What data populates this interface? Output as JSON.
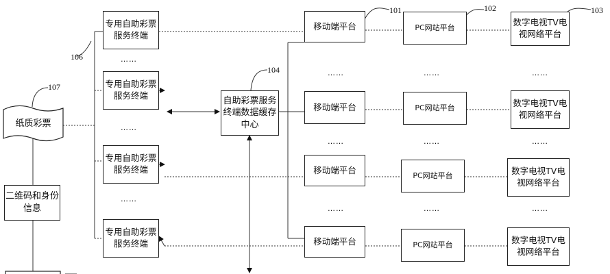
{
  "terminal_label": "专用自助彩票服务终端",
  "mobile_label": "移动端平台",
  "pc_label": "PC网站平台",
  "tv_label": "数字电视TV电视网络平台",
  "center_label": "自助彩票服务终端数据缓存中心",
  "paper_label": "纸质彩票",
  "qr_label": "二维码和身份信息",
  "ellipsis": "……",
  "refs": {
    "r101": "101",
    "r102": "102",
    "r103": "103",
    "r104": "104",
    "r106": "106",
    "r107": "107"
  }
}
